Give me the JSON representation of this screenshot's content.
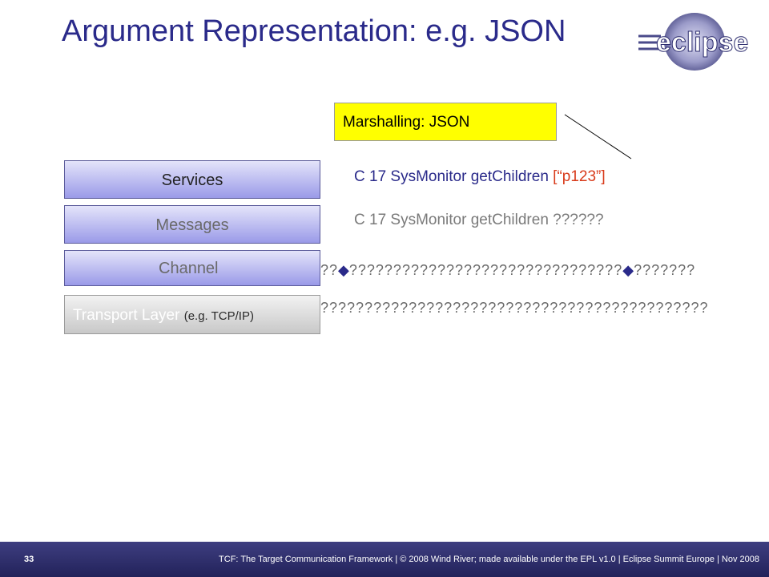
{
  "title": "Argument Representation: e.g. JSON",
  "logo": {
    "text": "eclipse",
    "icon": "eclipse-logo-icon"
  },
  "marshalling": {
    "label": "Marshalling: JSON",
    "color": "#ffff00"
  },
  "layers": {
    "services": "Services",
    "messages": "Messages",
    "channel": "Channel",
    "transport": "Transport Layer",
    "transport_note": "(e.g. TCP/IP)"
  },
  "messages": {
    "services_command": "C 17 SysMonitor getChildren ",
    "services_args": "[“p123”]",
    "messages_line": "C 17 SysMonitor getChildren ??????",
    "channel_a": "??",
    "channel_b": "???????????????????????????????",
    "channel_c": "???????",
    "channel_separator": "◆",
    "transport_line": "????????????????????????????????????????????"
  },
  "colors": {
    "title": "#2a2a8a",
    "args": "#d83a1a",
    "footer": "#2c2c6a"
  },
  "footer": {
    "page_number": "33",
    "text": "TCF: The Target Communication Framework | © 2008 Wind River; made available under the EPL v1.0 | Eclipse Summit Europe | Nov 2008"
  }
}
